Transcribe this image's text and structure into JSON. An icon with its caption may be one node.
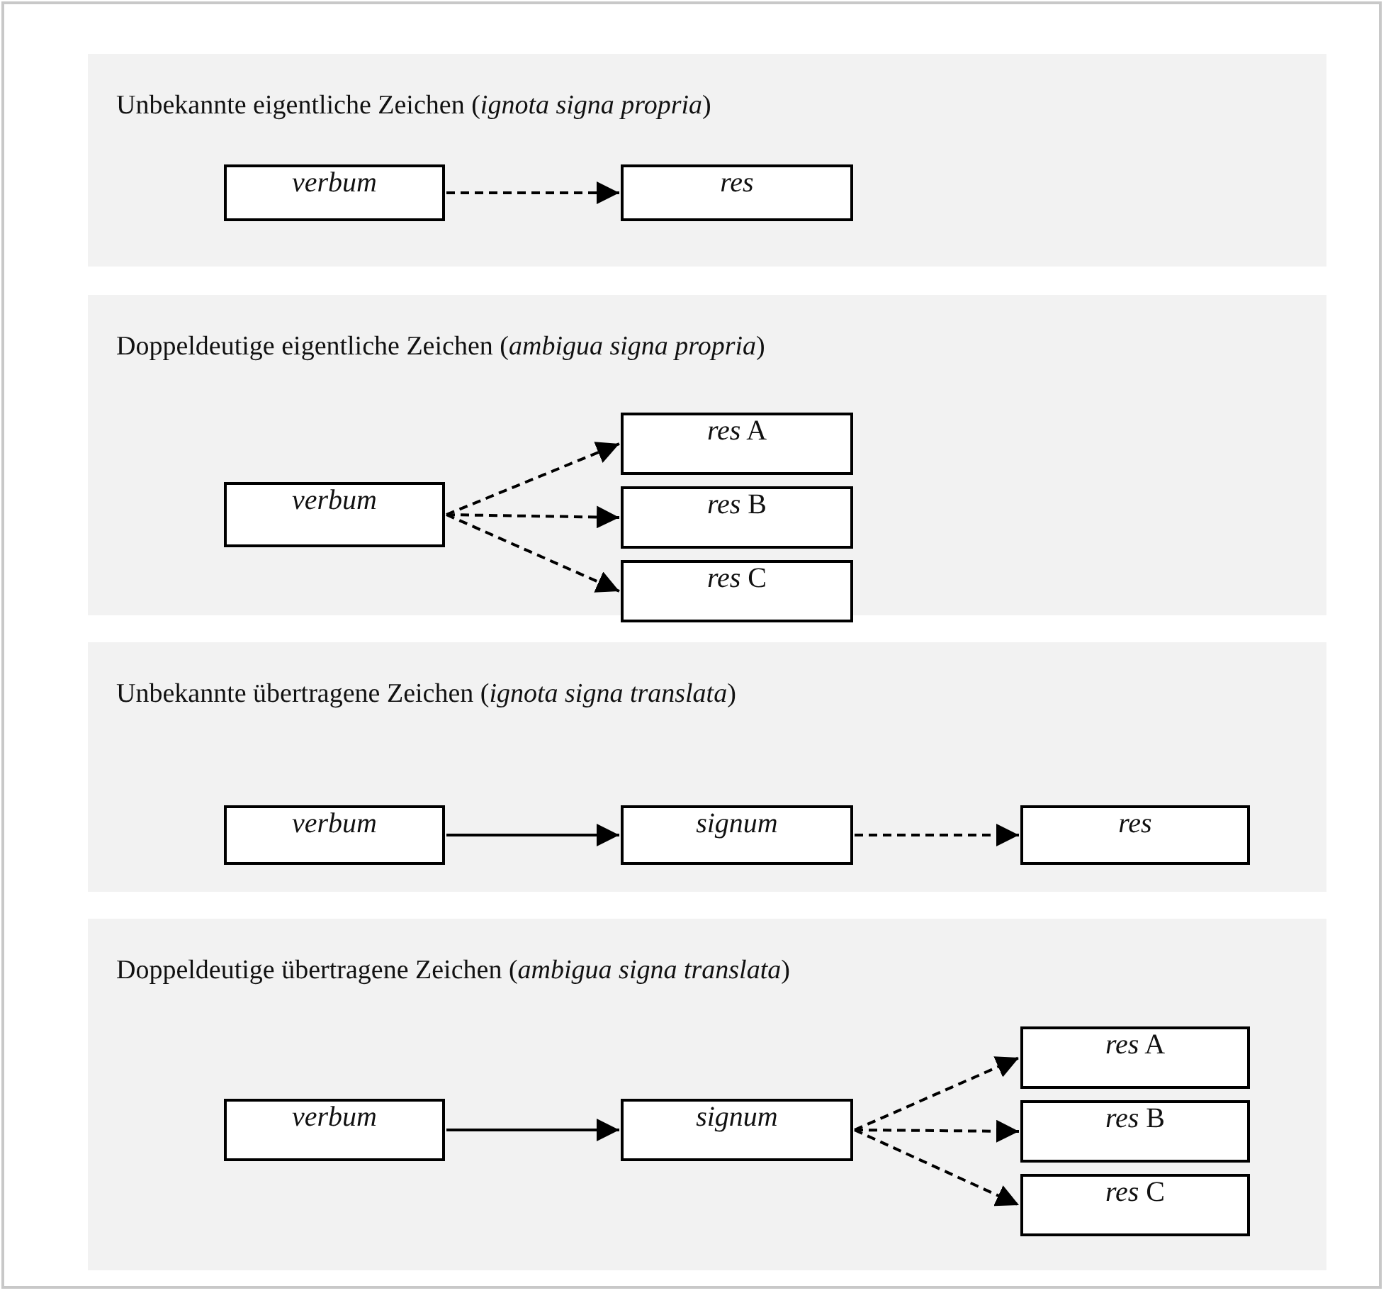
{
  "diagram": {
    "nodes": [
      {
        "text": [
          "Unbekannte eigentliche Zeichen (*ignota signa propria*)"
        ]
      },
      {
        "text": [
          "verbum"
        ],
        "in": 0
      },
      {
        "text": [
          "res"
        ],
        "in": 0
      },
      {
        "text": [
          "Doppeldeutige eigentliche Zeichen (*ambigua signa propria*)"
        ]
      },
      {
        "text": [
          "verbum"
        ],
        "in": 3
      },
      {
        "text": [
          "*res* A"
        ],
        "in": 3
      },
      {
        "text": [
          "*res* B"
        ],
        "in": 3
      },
      {
        "text": [
          "*res* C"
        ],
        "in": 3
      },
      {
        "text": [
          "Unbekannte übertragene Zeichen (*ignota signa translata*)"
        ]
      },
      {
        "text": [
          "verbum"
        ],
        "in": 8
      },
      {
        "text": [
          "signum"
        ],
        "in": 8
      },
      {
        "text": [
          "res"
        ],
        "in": 8
      },
      {
        "text": [
          "Doppeldeutige übertragene Zeichen (*ambigua signa translata*)"
        ]
      },
      {
        "text": [
          "verbum"
        ],
        "in": 12
      },
      {
        "text": [
          "signum"
        ],
        "in": 12
      },
      {
        "text": [
          "*res* A"
        ],
        "in": 12
      },
      {
        "text": [
          "*res* B"
        ],
        "in": 12
      },
      {
        "text": [
          "*res* C"
        ],
        "in": 12
      }
    ],
    "edges": [
      {
        "from": 1,
        "to": 2,
        "arrow": "to",
        "style": "dashed"
      },
      {
        "from": 4,
        "to": 5,
        "arrow": "to",
        "style": "dashed"
      },
      {
        "from": 4,
        "to": 6,
        "arrow": "to",
        "style": "dashed"
      },
      {
        "from": 4,
        "to": 7,
        "arrow": "to",
        "style": "dashed"
      },
      {
        "from": 9,
        "to": 10,
        "arrow": "to"
      },
      {
        "from": 10,
        "to": 11,
        "arrow": "to",
        "style": "dashed"
      },
      {
        "from": 13,
        "to": 14,
        "arrow": "to"
      },
      {
        "from": 14,
        "to": 15,
        "arrow": "to",
        "style": "dashed"
      },
      {
        "from": 14,
        "to": 16,
        "arrow": "to",
        "style": "dashed"
      },
      {
        "from": 14,
        "to": 17,
        "arrow": "to",
        "style": "dashed"
      }
    ]
  }
}
